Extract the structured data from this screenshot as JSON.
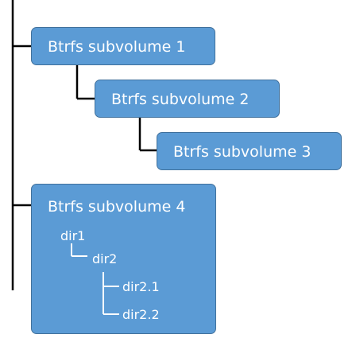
{
  "colors": {
    "node_fill": "#5b9bd5",
    "node_border": "#41719c",
    "node_text": "#ffffff",
    "connector": "#000000"
  },
  "subvolumes": [
    {
      "label": "Btrfs subvolume 1"
    },
    {
      "label": "Btrfs subvolume 2"
    },
    {
      "label": "Btrfs subvolume 3"
    },
    {
      "label": "Btrfs subvolume 4"
    }
  ],
  "directories": [
    {
      "label": "dir1"
    },
    {
      "label": "dir2"
    },
    {
      "label": "dir2.1"
    },
    {
      "label": "dir2.2"
    }
  ]
}
